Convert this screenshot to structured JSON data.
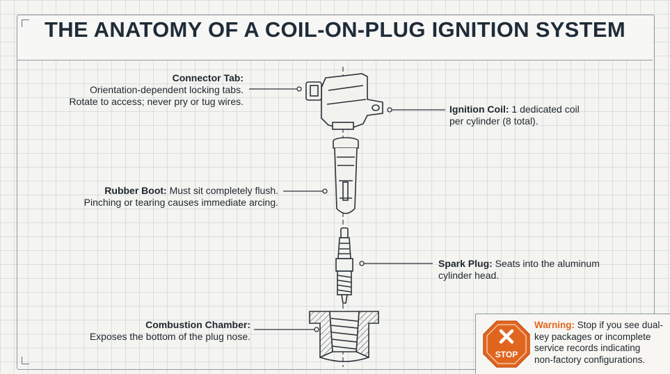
{
  "title": "THE ANATOMY OF A COIL-ON-PLUG IGNITION SYSTEM",
  "labels": {
    "connector_tab": {
      "heading": "Connector Tab:",
      "line1": "Orientation-dependent locking tabs.",
      "line2": "Rotate to access; never pry or tug wires."
    },
    "ignition_coil": {
      "heading": "Ignition Coil:",
      "line1": " 1 dedicated coil",
      "line2": "per cylinder (8 total)."
    },
    "rubber_boot": {
      "heading": "Rubber Boot:",
      "line1": " Must sit completely flush.",
      "line2": "Pinching or tearing causes immediate arcing."
    },
    "spark_plug": {
      "heading": "Spark Plug:",
      "line1": " Seats into the aluminum",
      "line2": "cylinder head."
    },
    "combustion_chamber": {
      "heading": "Combustion Chamber:",
      "line1": "Exposes the bottom of the plug nose."
    }
  },
  "warning": {
    "icon_text": "STOP",
    "lead": "Warning:",
    "line1": " Stop if you see dual-",
    "line2": "key packages or incomplete",
    "line3": "service records indicating",
    "line4": "non-factory configurations."
  },
  "colors": {
    "accent": "#e0661f",
    "ink": "#1f2c38",
    "line": "#2b3238"
  }
}
